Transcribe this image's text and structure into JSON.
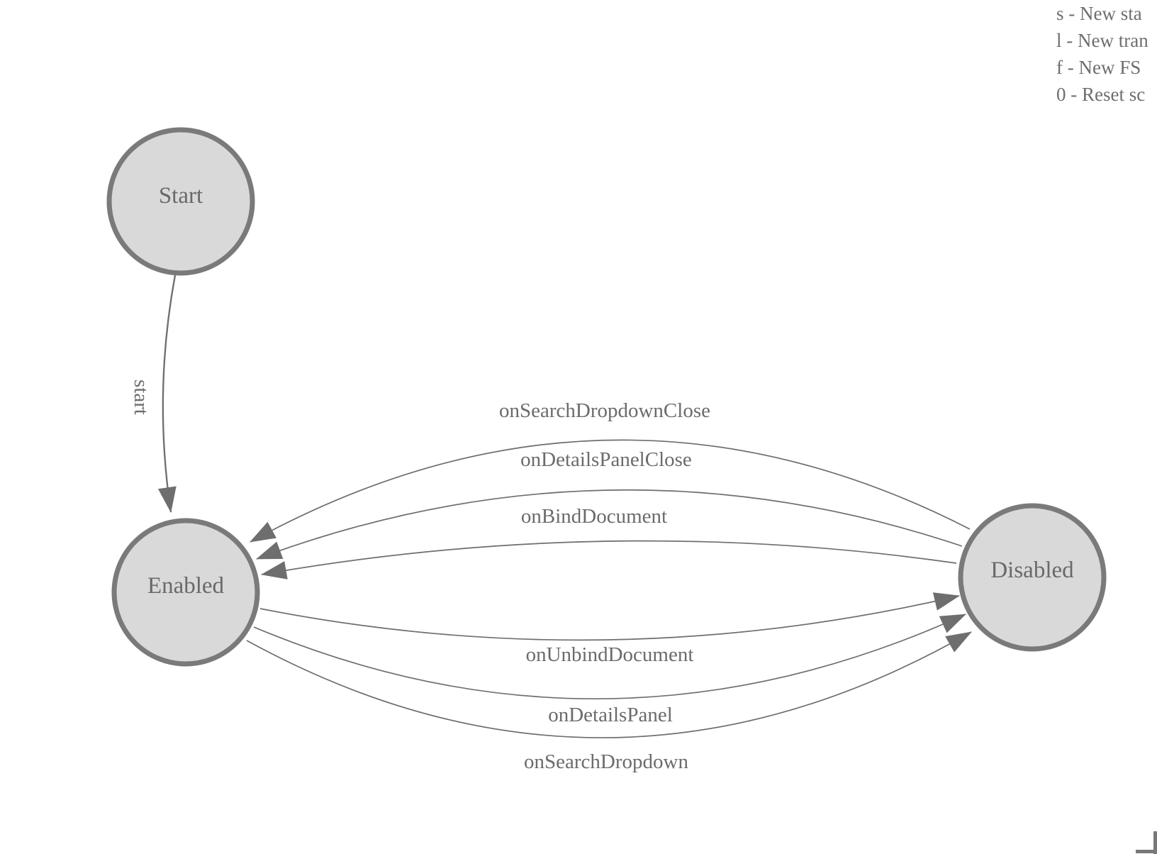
{
  "legend": {
    "lines": [
      "s - New sta",
      "l - New tran",
      "f - New FS",
      "0 - Reset sc"
    ]
  },
  "states": [
    {
      "id": "start",
      "label": "Start"
    },
    {
      "id": "enabled",
      "label": "Enabled"
    },
    {
      "id": "disabled",
      "label": "Disabled"
    }
  ],
  "edges": [
    {
      "from": "start",
      "to": "enabled",
      "label": "start"
    },
    {
      "from": "disabled",
      "to": "enabled",
      "label": "onSearchDropdownClose"
    },
    {
      "from": "disabled",
      "to": "enabled",
      "label": "onDetailsPanelClose"
    },
    {
      "from": "disabled",
      "to": "enabled",
      "label": "onBindDocument"
    },
    {
      "from": "enabled",
      "to": "disabled",
      "label": "onUnbindDocument"
    },
    {
      "from": "enabled",
      "to": "disabled",
      "label": "onDetailsPanel"
    },
    {
      "from": "enabled",
      "to": "disabled",
      "label": "onSearchDropdown"
    }
  ],
  "colors": {
    "node_fill": "#d9d9d9",
    "node_stroke": "#7a7a7a",
    "edge_stroke": "#6e6e6e",
    "label_text": "#696969",
    "legend_text": "#6e6e6e",
    "corner_mark": "#787878",
    "background": "#ffffff"
  }
}
